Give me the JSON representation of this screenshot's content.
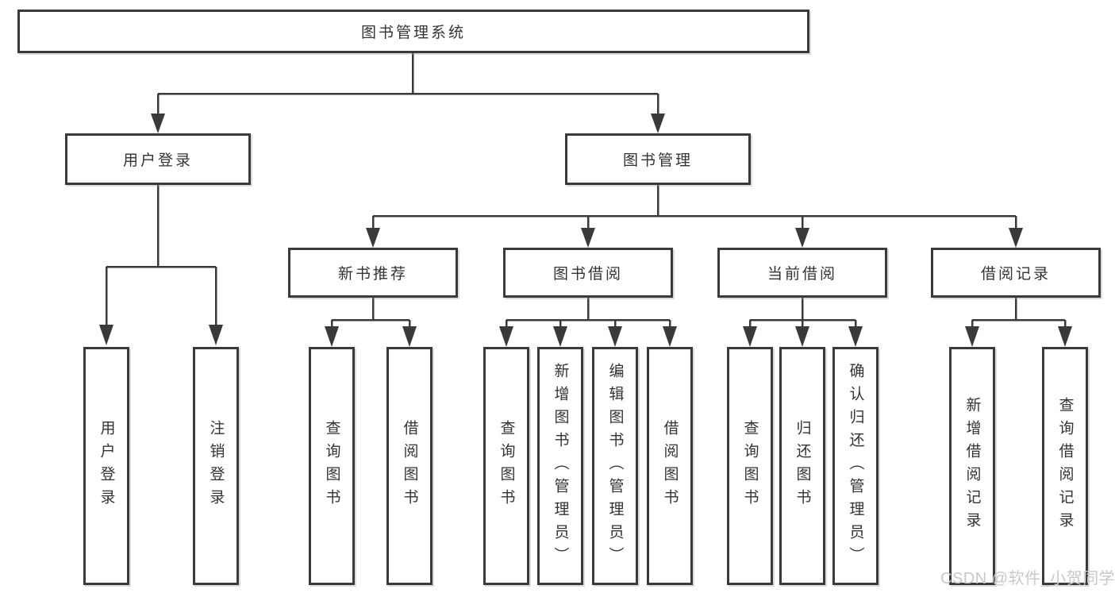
{
  "watermark": {
    "text": "CSDN @软件_小贺同学"
  },
  "colors": {
    "line": "#3a3a3a",
    "text": "#333333",
    "background": "#ffffff",
    "watermark": "#c8c8c8"
  },
  "tree": {
    "label": "图书管理系统",
    "children": [
      {
        "label": "用户登录",
        "children": [
          {
            "label": "用户登录"
          },
          {
            "label": "注销登录"
          }
        ]
      },
      {
        "label": "图书管理",
        "children": [
          {
            "label": "新书推荐",
            "children": [
              {
                "label": "查询图书"
              },
              {
                "label": "借阅图书"
              }
            ]
          },
          {
            "label": "图书借阅",
            "children": [
              {
                "label": "查询图书"
              },
              {
                "label": "新增图书（管理员）"
              },
              {
                "label": "编辑图书（管理员）"
              },
              {
                "label": "借阅图书"
              }
            ]
          },
          {
            "label": "当前借阅",
            "children": [
              {
                "label": "查询图书"
              },
              {
                "label": "归还图书"
              },
              {
                "label": "确认归还（管理员）"
              }
            ]
          },
          {
            "label": "借阅记录",
            "children": [
              {
                "label": "新增借阅记录"
              },
              {
                "label": "查询借阅记录"
              }
            ]
          }
        ]
      }
    ]
  }
}
